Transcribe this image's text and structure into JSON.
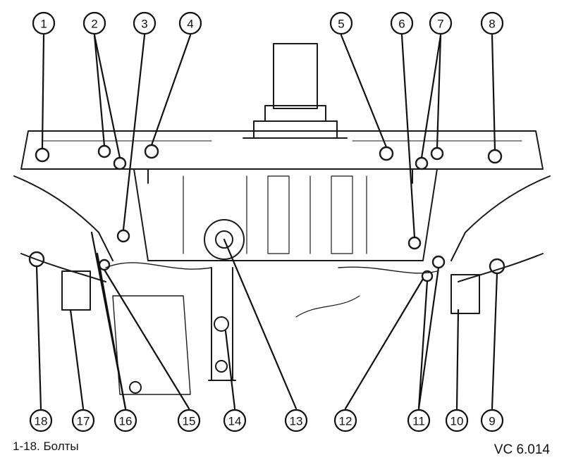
{
  "diagram": {
    "caption": "1-18. Болты",
    "figure_code": "VC 6.014",
    "callouts": [
      {
        "label": "1"
      },
      {
        "label": "2"
      },
      {
        "label": "3"
      },
      {
        "label": "4"
      },
      {
        "label": "5"
      },
      {
        "label": "6"
      },
      {
        "label": "7"
      },
      {
        "label": "8"
      },
      {
        "label": "9"
      },
      {
        "label": "10"
      },
      {
        "label": "11"
      },
      {
        "label": "12"
      },
      {
        "label": "13"
      },
      {
        "label": "14"
      },
      {
        "label": "15"
      },
      {
        "label": "16"
      },
      {
        "label": "17"
      },
      {
        "label": "18"
      }
    ]
  }
}
